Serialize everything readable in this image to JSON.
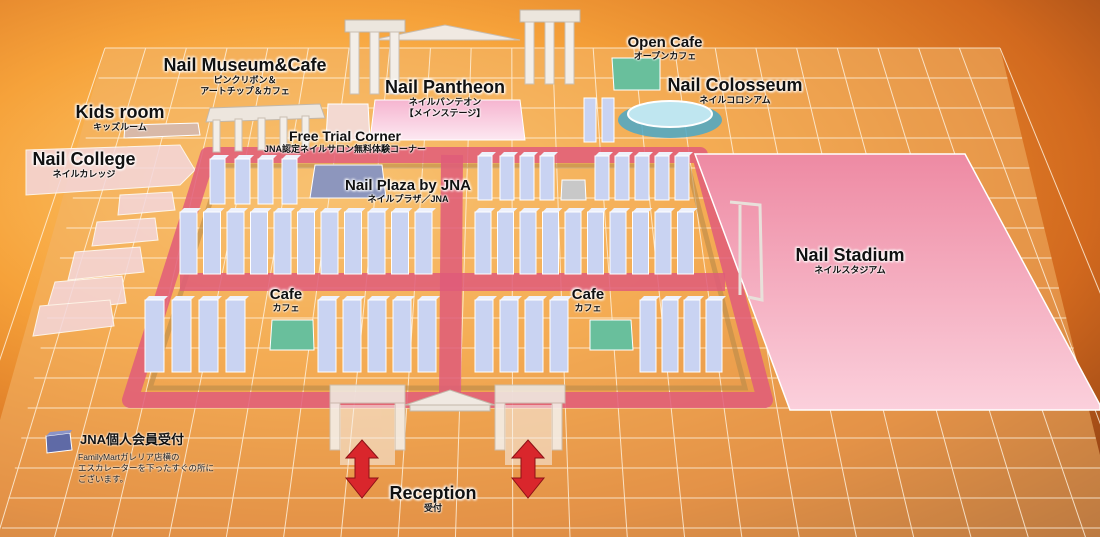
{
  "colors": {
    "background": "#f6a23a",
    "floor_grid": "#fff3e0",
    "aisle": "#e05c7a",
    "booth": "#c9d3f2",
    "cafe": "#69bf9c",
    "stadium": "#f19bb0",
    "reception_arrow": "#d9262c",
    "member_desk": "#5f6aa6"
  },
  "areas": {
    "nail_museum_cafe": {
      "en": "Nail Museum&Cafe",
      "jp1": "ピンクリボン＆",
      "jp2": "アートチップ＆カフェ"
    },
    "nail_pantheon": {
      "en": "Nail Pantheon",
      "jp1": "ネイルパンテオン",
      "jp2": "【メインステージ】"
    },
    "open_cafe": {
      "en": "Open Cafe",
      "jp": "オープンカフェ"
    },
    "nail_colosseum": {
      "en": "Nail Colosseum",
      "jp": "ネイルコロシアム"
    },
    "kids_room": {
      "en": "Kids room",
      "jp": "キッズルーム"
    },
    "free_trial_corner": {
      "en": "Free Trial Corner",
      "jp": "JNA認定ネイルサロン無料体験コーナー"
    },
    "nail_college": {
      "en": "Nail College",
      "jp": "ネイルカレッジ"
    },
    "nail_plaza": {
      "en": "Nail Plaza by JNA",
      "jp": "ネイルプラザ／JNA"
    },
    "nail_stadium": {
      "en": "Nail Stadium",
      "jp": "ネイルスタジアム"
    },
    "cafe_left": {
      "en": "Cafe",
      "jp": "カフェ"
    },
    "cafe_right": {
      "en": "Cafe",
      "jp": "カフェ"
    },
    "reception": {
      "en": "Reception",
      "jp": "受付"
    }
  },
  "member_desk": {
    "title": "JNA個人会員受付",
    "note_lines": [
      "FamilyMartガレリア店横の",
      "エスカレーターを下ったすぐの所に",
      "ございます。"
    ]
  }
}
